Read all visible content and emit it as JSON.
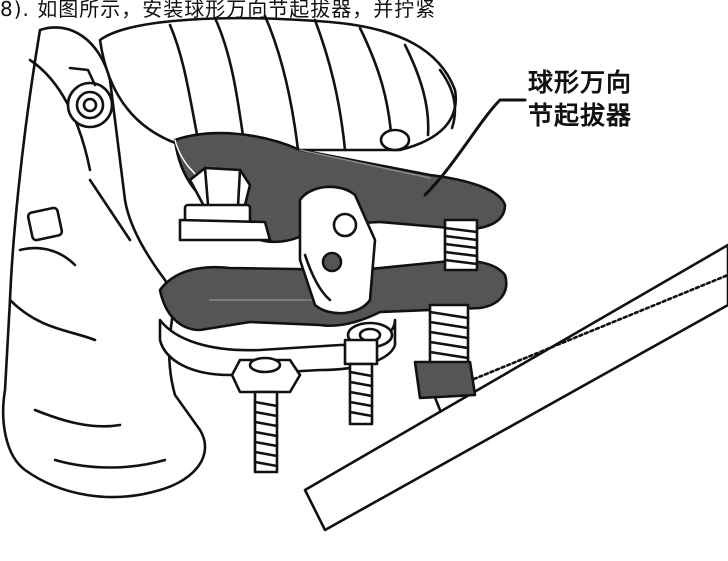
{
  "caption": {
    "partial_text": "8). 如图所示，安装球形万向节起拔器，并拧紧"
  },
  "callout": {
    "line1": "球形万向",
    "line2": "节起拔器"
  }
}
